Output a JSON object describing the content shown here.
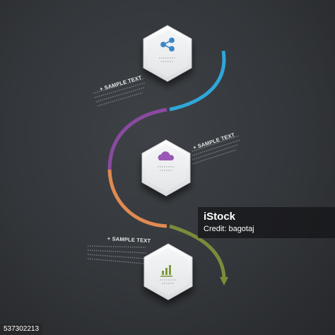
{
  "steps": [
    {
      "label": "+ SAMPLE TEXT",
      "icon": "share-icon"
    },
    {
      "label": "+ SAMPLE TEXT",
      "icon": "cloud-icon"
    },
    {
      "label": "+ SAMPLE TEXT",
      "icon": "bar-chart-icon"
    }
  ],
  "segment_colors": [
    "#2fa6d8",
    "#8a4aa0",
    "#e08a52",
    "#7a8c3a"
  ],
  "icon_colors": {
    "share": "#3d86c6",
    "cloud": "#9a58b6",
    "chart": "#7f9a3a"
  },
  "watermark": {
    "brand": "iStock",
    "credit": "Credit: bagotaj"
  },
  "image_id": "537302213"
}
